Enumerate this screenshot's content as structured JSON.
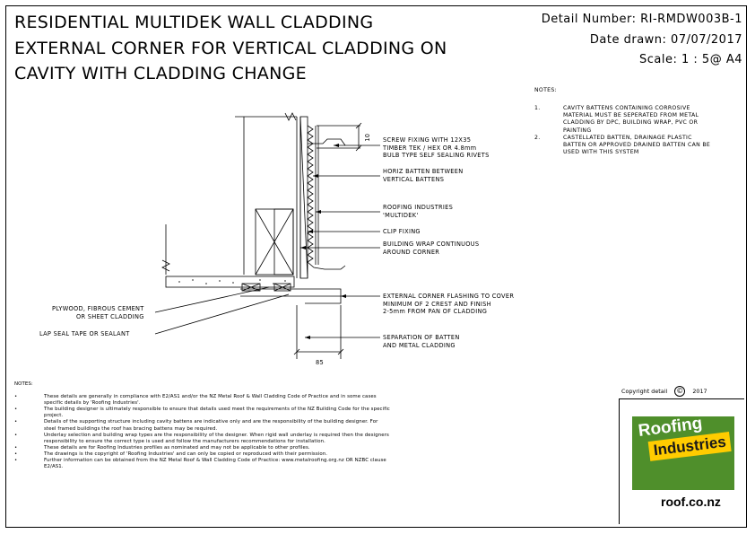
{
  "title": {
    "line1": "RESIDENTIAL MULTIDEK WALL CLADDING",
    "line2": "EXTERNAL CORNER FOR VERTICAL CLADDING ON",
    "line3": "CAVITY WITH CLADDING CHANGE"
  },
  "meta": {
    "detail_number": "Detail Number:  RI-RMDW003B-1",
    "date_drawn": "Date drawn:  07/07/2017",
    "scale": "Scale:    1 : 5@ A4"
  },
  "side_notes": {
    "heading": "NOTES:",
    "items": [
      {
        "num": "1.",
        "text": "CAVITY BATTENS CONTAINING CORROSIVE MATERIAL MUST BE SEPERATED FROM METAL CLADDING BY DPC, BUILDING WRAP, PVC OR PAINTING"
      },
      {
        "num": "2.",
        "text": "CASTELLATED BATTEN, DRAINAGE PLASTIC BATTEN OR APPROVED DRAINED BATTEN CAN BE USED WITH THIS SYSTEM"
      }
    ]
  },
  "labels": {
    "screw": "SCREW FIXING WITH 12X35\nTIMBER TEK / HEX OR 4.8mm\nBULB TYPE SELF SEALING RIVETS",
    "horiz": "HORIZ BATTEN BETWEEN\nVERTICAL BATTENS",
    "multidek": "ROOFING INDUSTRIES\n'MULTIDEK'",
    "clip": "CLIP FIXING",
    "wrap": "BUILDING WRAP CONTINUOUS\nAROUND CORNER",
    "flashing": "EXTERNAL CORNER FLASHING TO COVER\nMINIMUM OF 2 CREST AND FINISH\n2-5mm FROM PAN OF CLADDING",
    "separation": "SEPARATION OF BATTEN\nAND METAL CLADDING",
    "plywood": "PLYWOOD, FIBROUS CEMENT\nOR SHEET CLADDING",
    "lap": "LAP SEAL TAPE OR SEALANT",
    "dim_10": "10",
    "dim_85": "85"
  },
  "bottom_notes": {
    "heading": "NOTES:",
    "items": [
      "These details are generally in compliance with E2/AS1 and/or the NZ Metal Roof & Wall Cladding Code of Practice and in some cases specific details by 'Roofing Industries'.",
      "The building designer is ultimately responsible to ensure that details used meet the requirements of the NZ Building Code for the specific project.",
      "Details of the supporting structure including cavity battens are indicative only and are the responsibility of the building designer. For steel framed buildings the roof has bracing battens may be required.",
      "Underlay selection and building wrap types are the responsibility of the designer. When rigid wall underlay is required then the designers responsibility to ensure the correct type is used and follow the manufacturers recommendations for installation.",
      "These details are for Roofing Industries profiles as nominated and may not be applicable to other profiles.",
      "The drawings is the copyright of 'Roofing Industries' and can only be copied or reproduced with their permission.",
      "Further information can be obtained from the NZ Metal Roof & Wall Cladding Code of Practice: www.metalroofing.org.nz OR NZBC clause E2/AS1."
    ]
  },
  "logo": {
    "copyright": "Copyright detail",
    "copyright_year": "2017",
    "copyright_symbol": "©",
    "word1": "Roofing",
    "word2": "Industries",
    "url": "roof.co.nz",
    "green": "#4f8f2b",
    "yellow": "#ffcc00"
  }
}
